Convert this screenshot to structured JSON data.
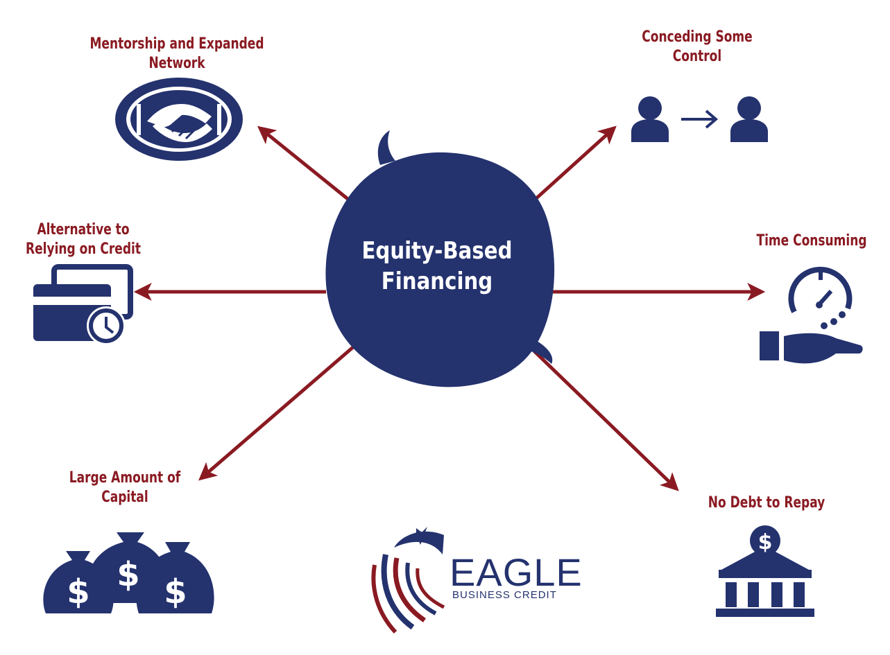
{
  "center": {
    "title_line1": "Equity-Based",
    "title_line2": "Financing"
  },
  "nodes": {
    "mentorship": {
      "line1": "Mentorship and Expanded",
      "line2": "Network",
      "icon": "handshake-icon"
    },
    "control": {
      "line1": "Conceding Some",
      "line2": "Control",
      "icon": "person-transfer-icon"
    },
    "credit": {
      "line1": "Alternative to",
      "line2": "Relying on Credit",
      "icon": "credit-card-clock-icon"
    },
    "time": {
      "line1": "Time Consuming",
      "icon": "stopwatch-hand-icon"
    },
    "capital": {
      "line1": "Large Amount of",
      "line2": "Capital",
      "icon": "money-bags-icon"
    },
    "debt": {
      "line1": "No Debt to Repay",
      "icon": "bank-dollar-icon"
    }
  },
  "logo": {
    "word": "EAGLE",
    "sub": "BUSINESS CREDIT"
  },
  "colors": {
    "navy": "#24326e",
    "arrow": "#8a1a22",
    "label": "#8a1a22"
  }
}
